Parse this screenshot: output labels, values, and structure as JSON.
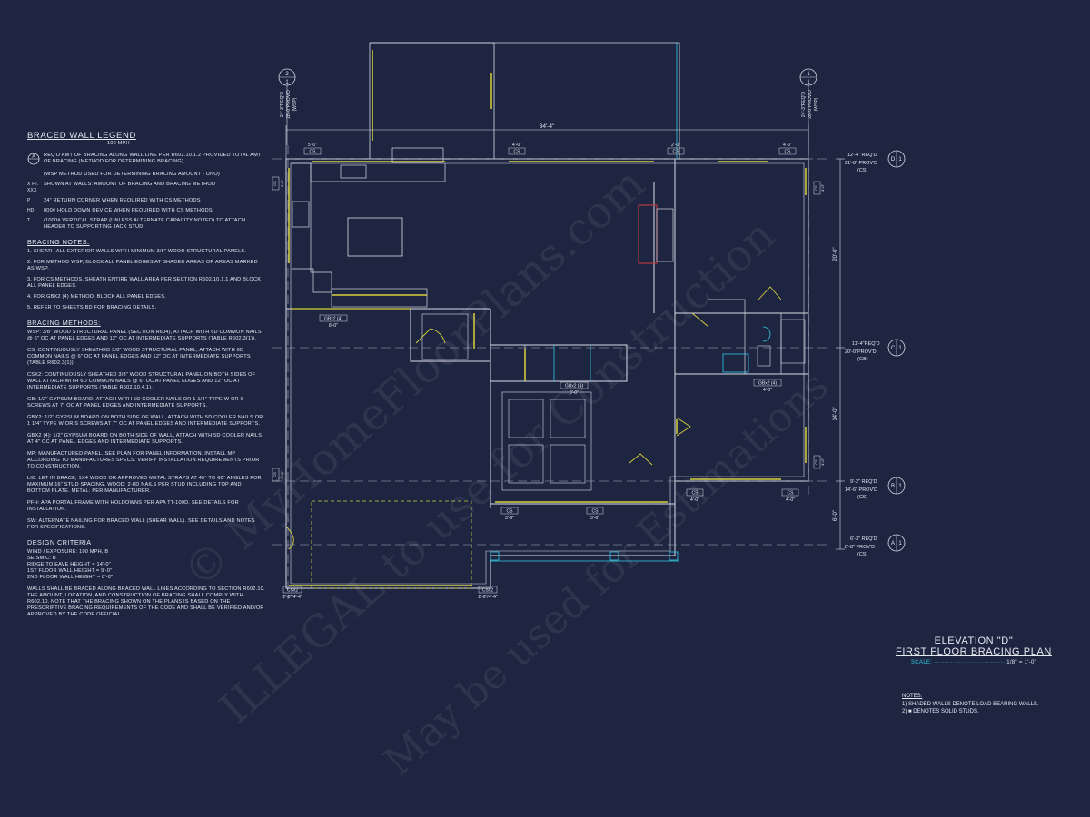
{
  "legend": {
    "title": "BRACED WALL LEGEND",
    "subtitle": "100 MPH",
    "items": [
      {
        "symbol": "A",
        "text": "REQ'D AMT OF BRACING ALONG WALL LINE PER R602.10.1.2 PROVIDED TOTAL AMT OF BRACING (METHOD FOR DETERMINING BRACING)"
      },
      {
        "symbol": "",
        "text": "(WSP METHOD USED FOR DETERMINING BRACING AMOUNT - UNO)"
      },
      {
        "symbol": "X FT. XXX",
        "text": "SHOWN AT WALLS: AMOUNT OF BRACING AND BRACING METHOD"
      },
      {
        "symbol": "P",
        "text": "24\" RETURN CORNER WHEN REQUIRED WITH CS METHODS"
      },
      {
        "symbol": "HD",
        "text": "800# HOLD DOWN DEVICE WHEN REQUIRED WITH CS METHODS"
      },
      {
        "symbol": "T",
        "text": "(1000# VERTICAL STRAP (UNLESS ALTERNATE CAPACITY NOTED) TO ATTACH HEADER TO SUPPORTING JACK STUD."
      }
    ]
  },
  "bracing_notes": {
    "title": "BRACING NOTES:",
    "items": [
      "1. SHEATH ALL EXTERIOR WALLS WITH MINIMUM 3/8\" WOOD STRUCTURAL PANELS.",
      "2. FOR METHOD WSP, BLOCK ALL PANEL EDGES AT SHADED AREAS OR AREAS MARKED AS WSP.",
      "3. FOR CS METHODS, SHEATH ENTIRE WALL AREA PER SECTION R602.10.1.1 AND BLOCK ALL PANEL EDGES.",
      "4. FOR GBx2 (4) METHOD, BLOCK ALL PANEL EDGES.",
      "5. REFER TO SHEETS BD FOR BRACING DETAILS."
    ]
  },
  "bracing_methods": {
    "title": "BRACING METHODS:",
    "items": [
      "WSP: 3/8\" WOOD STRUCTURAL PANEL (SECTION R604), ATTACH WITH 6d COMMON NAILS @ 6\" OC AT PANEL EDGES AND 12\" OC AT INTERMEDIATE SUPPORTS (TABLE R602.3(1)).",
      "CS: CONTINUOUSLY SHEATHED 3/8\" WOOD STRUCTURAL PANEL, ATTACH WITH 6d COMMON NAILS @ 6\" OC AT PANEL EDGES AND 12\" OC AT INTERMEDIATE SUPPORTS (TABLE R602.3(1)).",
      "CSx2: CONTINUOUSLY SHEATHED 3/8\" WOOD STRUCTURAL PANEL ON BOTH SIDES OF WALL ATTACH WITH 6d COMMON NAILS @ 6\" OC AT PANEL EDGES AND 12\" OC AT INTERMEDIATE SUPPORTS (TABLE R602.10.4.1).",
      "GB: 1/2\" GYPSUM BOARD, ATTACH WITH 5d COOLER NAILS OR 1 1/4\" TYPE W OR S SCREWS AT 7\" OC AT PANEL EDGES AND INTERMEDIATE SUPPORTS.",
      "GBx2: 1/2\" GYPSUM BOARD ON BOTH SIDE OF WALL, ATTACH WITH 5d COOLER NAILS OR 1 1/4\" TYPE W OR S SCREWS AT 7\" OC AT PANEL EDGES AND INTERMEDIATE SUPPORTS.",
      "GBx2 (4): 1/2\" GYPSUM BOARD ON BOTH SIDE OF WALL, ATTACH WITH 5d COOLER NAILS AT 4\" OC AT PANEL EDGES AND INTERMEDIATE SUPPORTS.",
      "MP: MANUFACTURED PANEL. SEE PLAN FOR PANEL INFORMATION. INSTALL MP ACCORDING TO MANUFACTURES SPECS. VERIFY INSTALLATION REQUIREMENTS PRIOR TO CONSTRUCTION.",
      "LIB: LET IN BRACE, 1x4 WOOD OR APPROVED METAL STRAPS AT 45° TO 60° ANGLES FOR MAXIMUM 16\" STUD SPACING. WOOD: 2-8d NAILS PER STUD INCLUDING TOP AND BOTTOM PLATE. METAL: PER MANUFACTURER.",
      "PFH: APA PORTAL FRAME WITH HOLDOWNS PER APA TT-100D. SEE DETAILS FOR INSTALLATION.",
      "SW: ALTERNATE NAILING FOR BRACED WALL (SHEAR WALL). SEE DETAILS AND NOTES FOR SPECIFICATIONS."
    ]
  },
  "design_criteria": {
    "title": "DESIGN CRITERIA",
    "lines": [
      "WIND / EXPOSURE: 100 MPH, B",
      "SEISMIC: B",
      "RIDGE TO EAVE HEIGHT = 14'-0\"",
      "1ST FLOOR WALL HEIGHT = 9'-0\"",
      "2ND FLOOR WALL HEIGHT = 8'-0\""
    ],
    "paragraph": "WALLS SHALL BE BRACED ALONG BRACED WALL LINES ACCORDING TO SECTION R602.10. THE AMOUNT, LOCATION, AND CONSTRUCTION OF BRACING SHALL COMPLY WITH R602.10. NOTE THAT THE BRACING SHOWN ON THE PLANS IS BASED ON THE PRESCRIPTIVE BRACING REQUIREMENTS OF THE CODE AND SHALL BE VERIFIED AND/OR APPROVED BY THE CODE OFFICIAL."
  },
  "title_block": {
    "line1": "ELEVATION \"D\"",
    "line2": "FIRST FLOOR BRACING PLAN",
    "scale_label": "SCALE:",
    "scale_value": "1/8\" = 1'-0\""
  },
  "notes": {
    "title": "NOTES:",
    "items": [
      "1) SHADED WALLS DENOTE LOAD BEARING WALLS.",
      "2) ■ DENOTES SOLID STUDS."
    ]
  },
  "plan": {
    "top_dimension": "34'-4\"",
    "grid_top": [
      {
        "label": "2",
        "ref": "1",
        "req": "24'-3\"REQ'D",
        "prov": "28'-0\"PROV'D",
        "method": "(WSP)"
      },
      {
        "label": "1",
        "ref": "1",
        "req": "24'-3\"REQ'D",
        "prov": "28'-0\"PROV'D",
        "method": "(WSP)"
      }
    ],
    "grid_right": [
      {
        "label": "D",
        "ref": "1",
        "req": "12'-4\" REQ'D",
        "prov": "21'-8\" PROV'D",
        "method": "(CS)"
      },
      {
        "label": "C",
        "ref": "1",
        "req": "11'-4\"REQ'D",
        "prov": "20'-0\"PROV'D",
        "method": "(GB)"
      },
      {
        "label": "B",
        "ref": "1",
        "req": "9'-2\" REQ'D",
        "prov": "14'-6\" PROV'D",
        "method": "(CS)"
      },
      {
        "label": "A",
        "ref": "1",
        "req": "6'-3\" REQ'D",
        "prov": "8'-8\" PROV'D",
        "method": "(CS)"
      }
    ],
    "right_dims": [
      "20'-0\"",
      "14'-0\"",
      "6'-0\""
    ],
    "wall_tags": [
      {
        "method": "CS",
        "length": "5'-0\""
      },
      {
        "method": "CS",
        "length": "4'-0\""
      },
      {
        "method": "CS",
        "length": "2'-0\""
      },
      {
        "method": "CS",
        "length": "4'-0\""
      },
      {
        "method": "GBx2 (4)",
        "length": "8'-0\""
      },
      {
        "method": "GBx2 (4)",
        "length": "8'-0\""
      },
      {
        "method": "GBx2 (4)",
        "length": "4'-0\""
      },
      {
        "method": "CS",
        "length": "4'-0\""
      },
      {
        "method": "CS",
        "length": "4'-0\""
      },
      {
        "method": "CS",
        "length": "3'-6\""
      },
      {
        "method": "CS",
        "length": "3'-6\""
      },
      {
        "method": "CSx2",
        "length": "2'-6\"/4'-4\""
      },
      {
        "method": "CSx2",
        "length": "2'-6\"/4'-4\""
      },
      {
        "method": "CS",
        "length": "5'-0\""
      },
      {
        "method": "CS",
        "length": "5'-0\""
      },
      {
        "method": "CS",
        "length": "4'-0\""
      },
      {
        "method": "CS",
        "length": "4'-0\""
      }
    ]
  },
  "watermark": {
    "line1": "© MyHomeFloorPlans.com",
    "line2": "ILLEGAL to use for Construction",
    "line3": "May be used for Estimations"
  }
}
